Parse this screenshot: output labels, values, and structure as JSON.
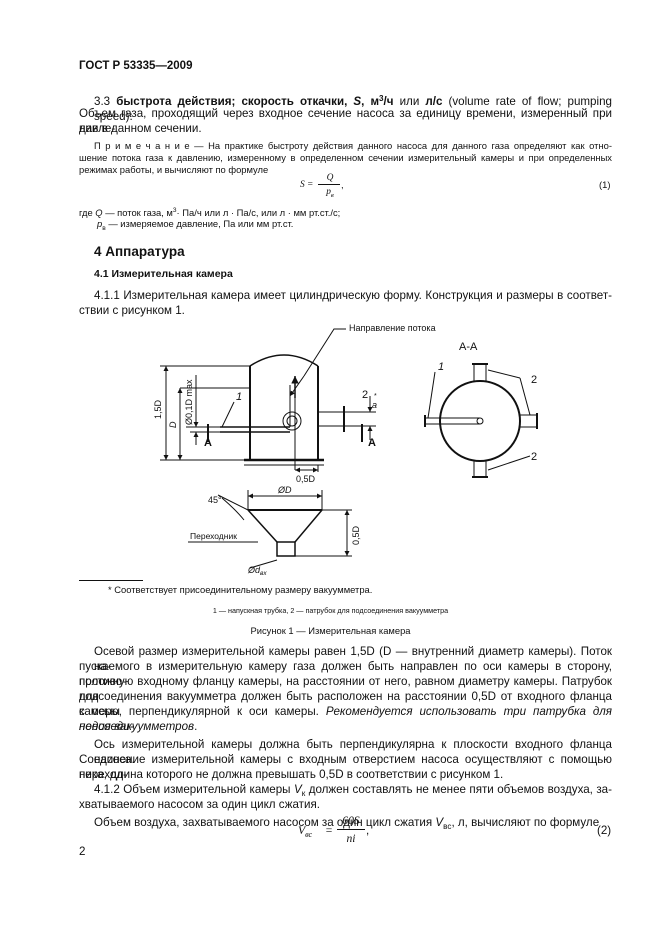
{
  "header": {
    "standard": "ГОСТ Р 53335—2009"
  },
  "sec33": {
    "number": "3.3",
    "term": "быстрота действия; скорость откачки",
    "sym_S": "S",
    "unit_m3h": "м",
    "unit_sup": "3",
    "unit_h": "/ч",
    "unit_or": "или",
    "unit_ls": "л/с",
    "line1_tail": "(volume rate of flow; pumping speed):",
    "line2": "Объем газа, проходящий через входное сечение насоса за единицу времени, измеренный при давле-",
    "line3": "нии в данном сечении."
  },
  "note": {
    "label": "П р и м е ч а н и е",
    "line1_tail": "— На практике быстроту действия данного насоса для данного газа определяют как отно-",
    "line2": "шение потока газа к давлению, измеренному в определенном сечении измерительный камеры и при определенных",
    "line3": "режимах работы, и вычисляют по формуле"
  },
  "formula1": {
    "lhs": "S =",
    "num": "Q",
    "den": "p",
    "den_sub": "в",
    "tail": ",",
    "number": "(1)"
  },
  "where": {
    "line1_pre": "где",
    "sym_Q": "Q",
    "line1_text": "— поток газа, м",
    "line1_sup": "3",
    "line1_rest": "· Па/ч или л · Па/с, или л · мм рт.ст./с;",
    "sym_p": "p",
    "sym_p_sub": "в",
    "line2_text": "— измеряемое давление, Па или мм рт.ст."
  },
  "sec4": {
    "title": "4 Аппаратура",
    "sub_title": "4.1 Измерительная камера"
  },
  "para411": {
    "line1": "4.1.1 Измерительная камера имеет цилиндрическую форму. Конструкция и размеры в соответ-",
    "line2": "ствии с рисунком 1."
  },
  "figure": {
    "flow_label": "Направление потока",
    "section_label": "А-А",
    "dim_15D": "1,5D",
    "dim_D": "D",
    "dim_01D": "Ø0,1D max",
    "dim_05D": "0,5D",
    "dim_a": "a",
    "label_1": "1",
    "label_2": "2",
    "label_A": "А",
    "label_45": "45°",
    "label_perehodnik": "Переходник",
    "dim_OD": "ØD",
    "dim_05D_v": "0,5D",
    "dim_dvc": "Ød",
    "dim_dvc_sub": "вх"
  },
  "footnote": {
    "mark": "*",
    "text": "Соответствует присоединительному размеру вакуумметра."
  },
  "legend": "1 — напускная трубка, 2 — патрубок для подсоединения вакуумметра",
  "caption": "Рисунок 1 — Измерительная камера",
  "body": {
    "p1_l1": "Осевой размер измерительной камеры равен 1,5D (D — внутренний диаметр камеры). Поток на-",
    "p1_l2": "пускаемого в измерительную камеру газа должен быть направлен по оси камеры в сторону, противо-",
    "p1_l3": "положную входному фланцу камеры, на расстоянии от него, равном диаметру камеры. Патрубок для",
    "p1_l4": "подсоединения вакуумметра должен быть расположен на расстоянии 0,5D от входного фланца камеры",
    "p1_l5": "с осью, перпендикулярной к оси камеры.",
    "p1_l5_it": "Рекомендуется использовать три патрубка для подсоеди-",
    "p1_l6_it": "нения вакуумметров",
    "p1_l6_dot": ".",
    "p2_l1": "Ось измерительной камеры должна быть перпендикулярна к плоскости входного фланца насоса.",
    "p2_l2": "Соединение измерительной камеры с входным отверстием насоса осуществляют с помощью переход-",
    "p2_l3": "ника, длина которого не должна превышать 0,5D в соответствии с рисунком 1.",
    "p3_l1_a": "4.1.2 Объем измерительной камеры",
    "p3_l1_V": "V",
    "p3_l1_Vsub": "к",
    "p3_l1_b": "должен составлять не менее пяти объемов воздуха, за-",
    "p3_l2": "хватываемого насосом за один цикл сжатия.",
    "p4_a": "Объем воздуха, захватываемого насосом за один цикл сжатия",
    "p4_V": "V",
    "p4_Vsub": "вс",
    "p4_b": ", л, вычисляют по формуле"
  },
  "formula2": {
    "lhs": "V",
    "lhs_sub": "вс",
    "eq": "=",
    "num": "60S",
    "den": "ni",
    "tail": ",",
    "number": "(2)"
  },
  "page_number": "2"
}
